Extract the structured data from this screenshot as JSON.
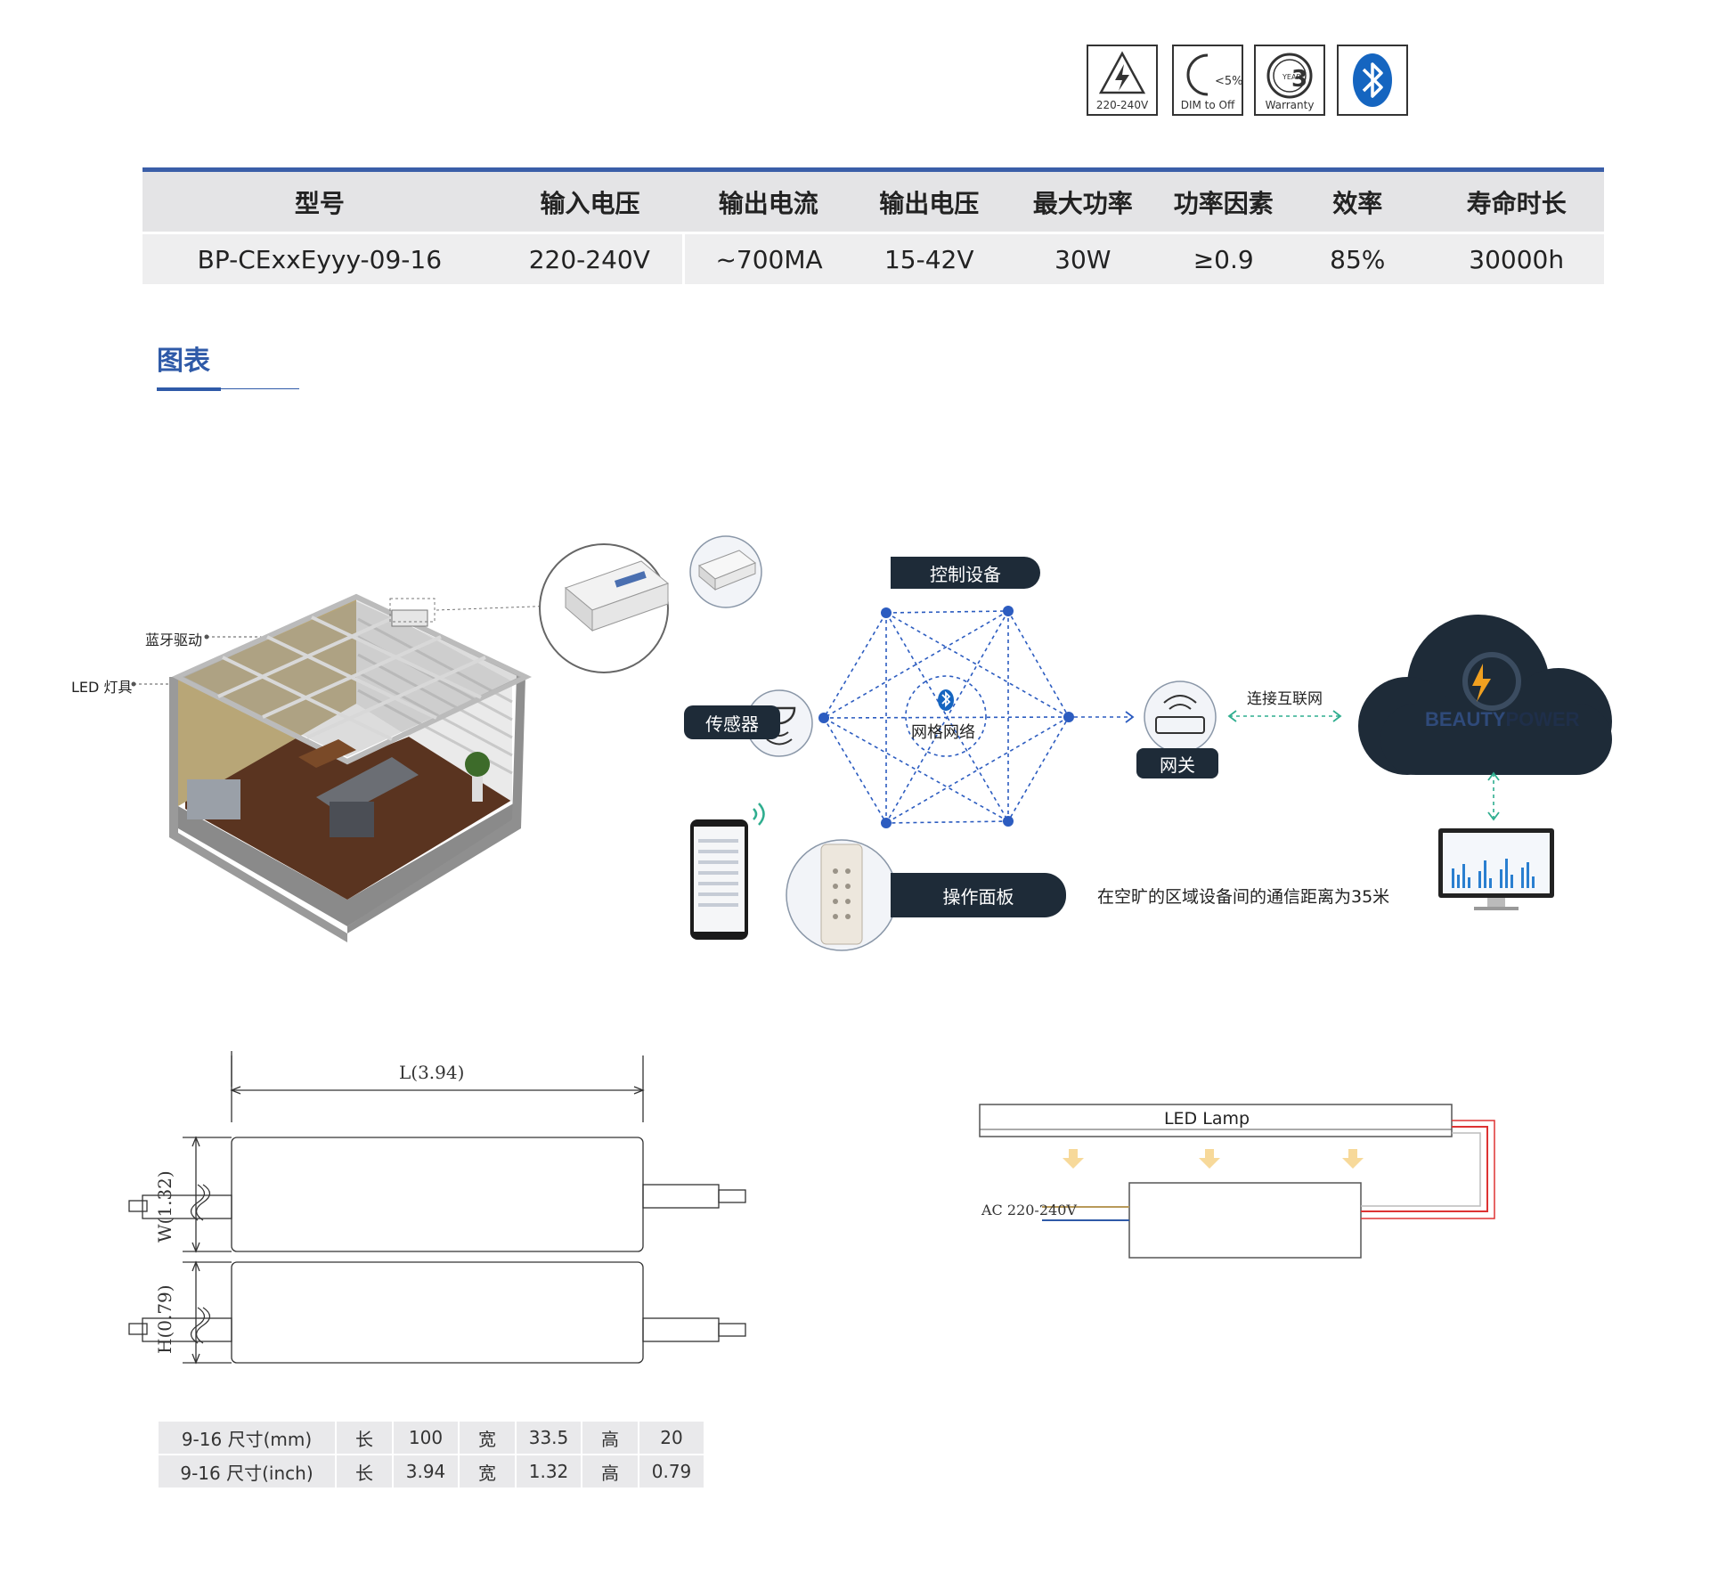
{
  "badges": [
    {
      "icon": "high-voltage-icon",
      "label": "220-240V"
    },
    {
      "icon": "dimmer-icon",
      "label": "DIM to Off",
      "sub": "<5%"
    },
    {
      "icon": "warranty-3-year-icon",
      "label": "Warranty",
      "inner": "YEAR"
    },
    {
      "icon": "bluetooth-icon",
      "label": ""
    }
  ],
  "spec_table": {
    "headers": [
      "型号",
      "输入电压",
      "输出电流",
      "输出电压",
      "最大功率",
      "功率因素",
      "效率",
      "寿命时长"
    ],
    "row": [
      "BP-CExxEyyy-09-16",
      "220-240V",
      "~700MA",
      "15-42V",
      "30W",
      "≥0.9",
      "85%",
      "30000h"
    ]
  },
  "section": {
    "title": "图表"
  },
  "room_diagram": {
    "label_driver": "蓝牙驱动",
    "label_fixture": "LED 灯具"
  },
  "network_diagram": {
    "control_device": "控制设备",
    "sensor": "传感器",
    "mesh": "网格网络",
    "gateway": "网关",
    "internet": "连接互联网",
    "panel": "操作面板",
    "distance_note": "在空旷的区域设备间的通信距离为35米",
    "brand": "BEAUTYPOWER",
    "brand_part1": "BEAUTY",
    "brand_part2": "POWER"
  },
  "dimension_drawing": {
    "length_label": "L(3.94)",
    "width_label": "W(1.32)",
    "height_label": "H(0.79)"
  },
  "wiring_diagram": {
    "lamp_label": "LED Lamp",
    "ac_label": "AC 220-240V"
  },
  "dimension_table": {
    "rows": [
      {
        "name": "9-16 尺寸(mm)",
        "l_key": "长",
        "l": "100",
        "w_key": "宽",
        "w": "33.5",
        "h_key": "高",
        "h": "20"
      },
      {
        "name": "9-16 尺寸(inch)",
        "l_key": "长",
        "l": "3.94",
        "w_key": "宽",
        "w": "1.32",
        "h_key": "高",
        "h": "0.79"
      }
    ]
  },
  "colors": {
    "accent_blue": "#2f5aa8",
    "dark_navy": "#1e2b38",
    "mesh_blue": "#2c5cc0"
  }
}
